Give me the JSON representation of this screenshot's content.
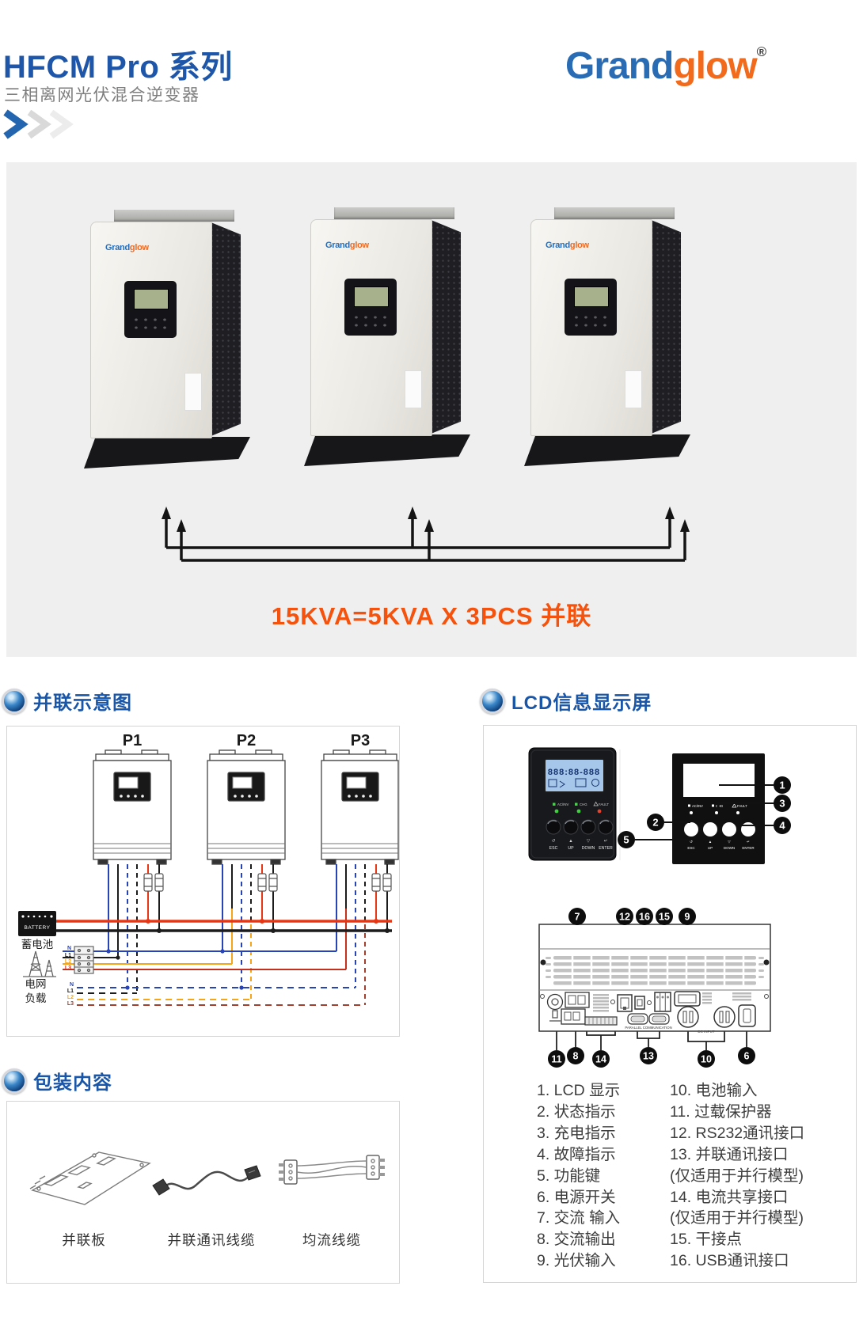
{
  "header": {
    "title": "HFCM Pro 系列",
    "subtitle": "三相离网光伏混合逆变器",
    "logo_part1": "Grand",
    "logo_part2": "glow",
    "logo_reg": "®"
  },
  "hero": {
    "brand1": "Grand",
    "brand2": "glow",
    "caption": "15KVA=5KVA X 3PCS 并联"
  },
  "sections": {
    "parallel": "并联示意图",
    "lcd": "LCD信息显示屏",
    "package": "包装内容"
  },
  "diagram": {
    "units": [
      "P1",
      "P2",
      "P3"
    ],
    "battery": "BATTERY",
    "battery_cn": "蓄电池",
    "grid_cn": "电网",
    "load_cn": "负载",
    "phases": [
      "N",
      "L1",
      "L2",
      "L3"
    ]
  },
  "panel": {
    "screen": "888:88-888",
    "led_ac": "AC/INV",
    "led_chg": "CHG",
    "led_fault": "FAULT",
    "btn_esc": "ESC",
    "btn_up": "UP",
    "btn_down": "DOWN",
    "btn_enter": "ENTER",
    "btn_glyphs": [
      "↺",
      "▲",
      "▽",
      "↵"
    ],
    "callouts_front": [
      "1",
      "2",
      "3",
      "4",
      "5"
    ],
    "rear_top": [
      "7",
      "12",
      "16",
      "15",
      "9"
    ],
    "rear_bottom": [
      "11",
      "8",
      "14",
      "13",
      "10",
      "6"
    ],
    "rear_label_parallel": "PARALLEL COMMUNICATION",
    "rear_label_dc": "DC INPUT"
  },
  "legend": {
    "left": [
      "1. LCD 显示",
      "2. 状态指示",
      "3. 充电指示",
      "4. 故障指示",
      "5. 功能键",
      "6. 电源开关",
      "7. 交流 输入",
      "8. 交流输出",
      "9. 光伏输入"
    ],
    "right": [
      "10. 电池输入",
      "11. 过载保护器",
      "12. RS232通讯接口",
      "13. 并联通讯接口",
      "(仅适用于并行模型)",
      "14. 电流共享接口",
      "(仅适用于并行模型)",
      "15. 干接点",
      "16. USB通讯接口"
    ]
  },
  "package": {
    "items": [
      "并联板",
      "并联通讯线缆",
      "均流线缆"
    ]
  },
  "colors": {
    "title_blue": "#1e56a9",
    "logo_blue": "#2a6cb4",
    "logo_orange": "#f26a1b",
    "caption_orange": "#f4520d",
    "panel_gray": "#efefef"
  }
}
